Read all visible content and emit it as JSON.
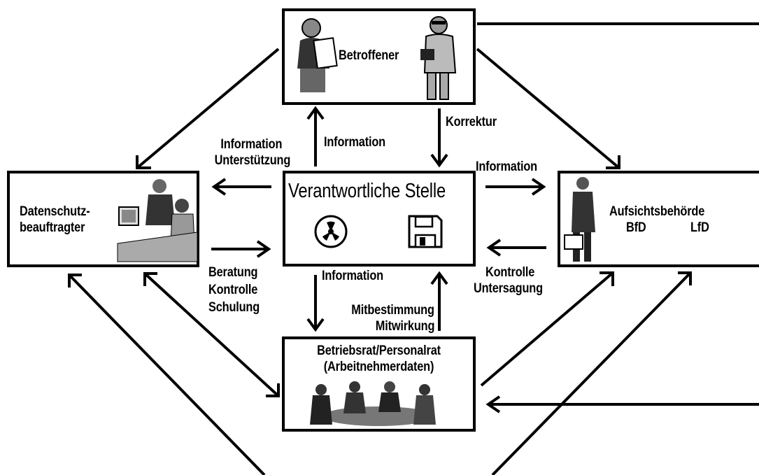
{
  "nodes": {
    "betroffener": {
      "label": "Betroffener"
    },
    "verantwortliche": {
      "label": "Verantwortliche Stelle"
    },
    "datenschutz": {
      "label_line1": "Datenschutz-",
      "label_line2": "beauftragter"
    },
    "aufsicht": {
      "label": "Aufsichtsbehörde",
      "sub1": "BfD",
      "sub2": "LfD"
    },
    "betriebsrat": {
      "label_line1": "Betriebsrat/Personalrat",
      "label_line2": "(Arbeitnehmerdaten)"
    }
  },
  "edge_labels": {
    "info_up": "Information",
    "korrektur": "Korrektur",
    "info_left_1": "Information",
    "info_left_2": "Unterstützung",
    "info_right": "Information",
    "beratung_1": "Beratung",
    "beratung_2": "Kontrolle",
    "beratung_3": "Schulung",
    "kontrolle_1": "Kontrolle",
    "kontrolle_2": "Untersagung",
    "info_down": "Information",
    "mitbestimmung_1": "Mitbestimmung",
    "mitbestimmung_2": "Mitwirkung"
  },
  "icons": [
    "radiation-icon",
    "floppy-disk-icon"
  ],
  "colors": {
    "stroke": "#000000",
    "background": "#ffffff",
    "clipart": "#555555"
  }
}
